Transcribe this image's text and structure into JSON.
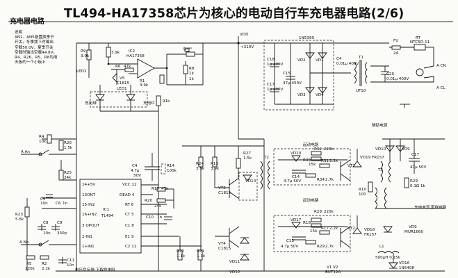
{
  "header": {
    "category": "充电器电路",
    "title": "TL494-HA17358芯片为核心的电动自行车充电器电路(2/6)"
  },
  "note_lines": [
    "说明",
    "AN1、AN5悬置换季节",
    "开关，冬季拨下时输出",
    "空载50.0V，夏季开关",
    "空载时输出空载44.8V。",
    "R4、R26、R5、R8均用",
    "天板的一个小板上"
  ],
  "labels": {
    "vdd": "VDD",
    "v310": "+310V",
    "ic2": "IC2",
    "ic2_part": "HA17358",
    "ic1": "IC1",
    "ic1_part": "TL494",
    "r9": "R9",
    "r9v": "3.9k",
    "r6": "R6",
    "r6v": "47k",
    "r3v": "3.9k",
    "rstar": "R***",
    "r8": "R8",
    "r8v": "1k",
    "r1": "R1",
    "r1v": "3.9k",
    "r5v": "1k",
    "led2": "LED2",
    "led1": "LED1",
    "v5": "V5",
    "v5p": "C1815",
    "charge_green": "充足绿",
    "charge_red": "充电红",
    "r91k": "91k",
    "r4": "R4",
    "r4v": "10k",
    "r26": "R26",
    "r26v": "1.5k",
    "r25": "R25",
    "r25v": "24k",
    "an_a": "A An",
    "c5": "C5",
    "c5v": "10n",
    "c6": "C6",
    "c6v": "1n",
    "r23": "R23",
    "r23v": "5.6k",
    "c8": "C8",
    "c8v": "10n",
    "c9": "C9",
    "c9v": "330p",
    "an_b": "A Nb",
    "r5": "R5",
    "r5v2": "120k",
    "r2": "R2",
    "r2v": "2.2k",
    "c4": "C4",
    "c4v1": "4.7μ",
    "c4v2": "50V",
    "r14": "R14",
    "r14v": "100k",
    "r19": "R19",
    "r19v": "47k",
    "r20": "R20",
    "r20v": "24k",
    "c10": "C10",
    "c10v": "1n",
    "r24": "R24",
    "r24v": "3.9k",
    "r13": "R13",
    "r13v": "3.9k",
    "r22": "R22",
    "r22v": "1.1k",
    "r21": "R21",
    "r21v": "1.1k",
    "vt3": "VT3",
    "vt3p": "C1815",
    "vt4": "VT4",
    "vt4p": "C1815",
    "d14": "VD14",
    "d11": "VD11",
    "d12": "VD12",
    "r27": "R27",
    "r27v": "1.5k",
    "t2": "T2",
    "r32": "R32",
    "r32v": "220k",
    "vd20": "VD20",
    "r33": "R33",
    "r33v": "15k",
    "r31": "R31",
    "r31v": "2.2k",
    "c14": "C14",
    "c14v": "4.7μ 50V",
    "r34": "R34",
    "r34v": "2.7k",
    "vt1": "VT1",
    "vd19": "VD19 FR157",
    "start_a": "起动电路",
    "start_b": "起动电路",
    "r28": "R28",
    "r28v": "220k",
    "vd17": "VD17",
    "r18": "R18",
    "r18v": "15k",
    "r17": "R17",
    "r17v": "2.2k",
    "c13": "C13",
    "c13v": "4.7μ 50V",
    "r29b": "R29",
    "r29bv": "2.7k",
    "vt2": "VT2",
    "vd18": "VD18",
    "vd18p": "FR157",
    "v1v2": "V1 V2",
    "v1v2p": "BUT12A",
    "aux_power": "辅助电源",
    "c18": "C18",
    "c18v": "1μ 400V",
    "c15": "C15",
    "c15v": "47μ 450V",
    "c17": "C17",
    "c17v": "1μ 400V",
    "d5399": "1N5399",
    "vd1": "VD1",
    "vd2": "VD2",
    "vd3": "VD3",
    "vd4": "VD4",
    "c4b": "C4",
    "c4bv": "0.01μ 400V",
    "t1": "T1",
    "t1p": "UF10",
    "c20": "C20",
    "c20v": "0.01μ 400V",
    "fu": "FU",
    "fuv": "2A",
    "rt": "RT",
    "rtv": "NTC5D-11",
    "acn": "A CN",
    "acl": "A CL",
    "vd10": "VD10",
    "vd9": "VD9",
    "c17b": "C17",
    "c17bv": "47μ 50V",
    "t3": "T3",
    "r10": "R10",
    "r10v": "100",
    "r29": "R29",
    "r29v": "0.1Ω 1k",
    "cur_sense": "充电电流 取样电阻",
    "vd9b": "VD9",
    "mur": "MUR1660",
    "l1": "L1",
    "l1v": "500μH 0.15k",
    "vd16": "VD16",
    "vd16p": "1N5408",
    "ov_detect": "电压负反馈 下取样电阻",
    "c11": "C11",
    "c11v": "10n",
    "ic1_pins_left": [
      "14+5V",
      "13ONT",
      "15-IN2",
      "16+IN2",
      "3 OPOUT",
      "2-IN1",
      "1+IN1"
    ],
    "ic1_pins_right": [
      "VCC 12",
      "DEAD 4",
      "RT 6",
      "CT 5",
      "C1 8",
      "E1 9",
      "C2 11"
    ]
  }
}
